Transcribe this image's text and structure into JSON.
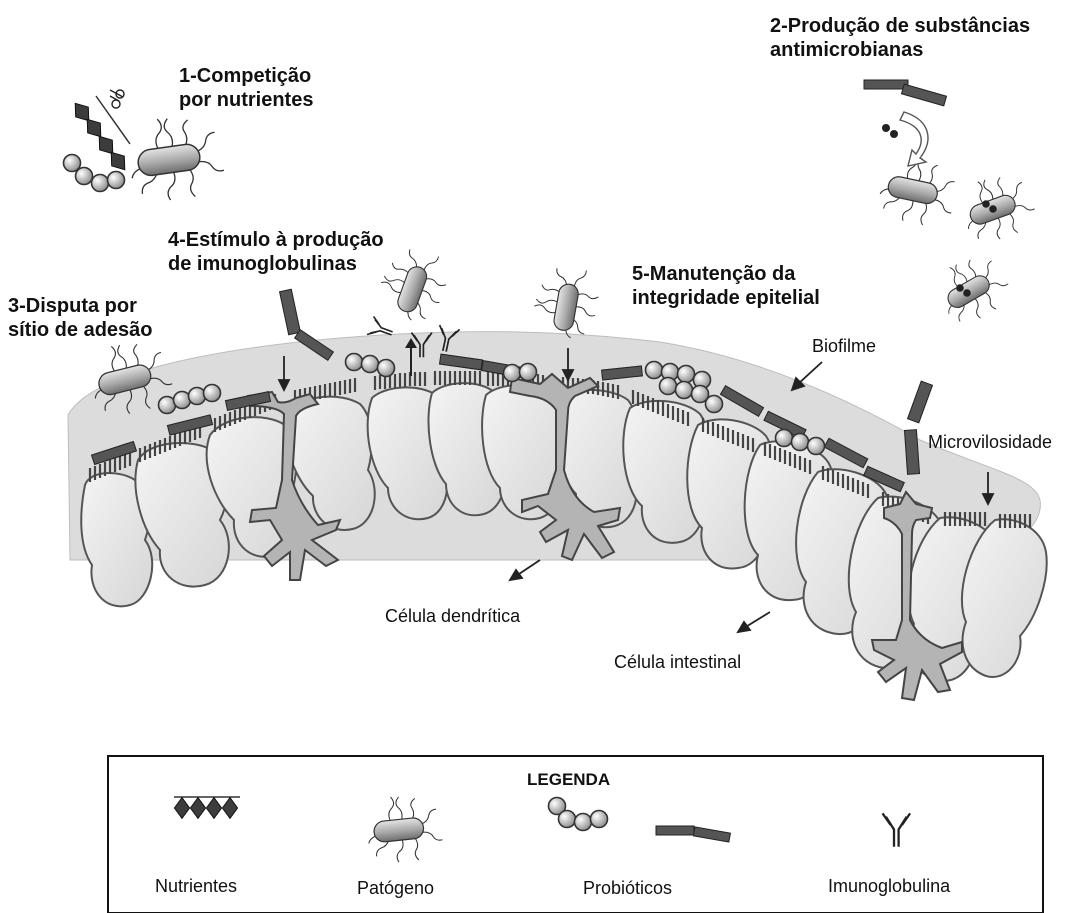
{
  "mechanisms": {
    "m1": {
      "line1": "1-Competição",
      "line2": "por nutrientes"
    },
    "m2": {
      "line1": "2-Produção de substâncias",
      "line2": "antimicrobianas"
    },
    "m3": {
      "line1": "3-Disputa por",
      "line2": "sítio de adesão"
    },
    "m4": {
      "line1": "4-Estímulo à produção",
      "line2": "de imunoglobulinas"
    },
    "m5": {
      "line1": "5-Manutenção da",
      "line2": "integridade epitelial"
    }
  },
  "annotations": {
    "biofilm": "Biofilme",
    "microvilli": "Microvilosidade",
    "dendritic_cell": "Célula dendrítica",
    "intestinal_cell": "Célula intestinal"
  },
  "legend": {
    "title": "LEGENDA",
    "nutrients": "Nutrientes",
    "pathogen": "Patógeno",
    "probiotics": "Probióticos",
    "immunoglobulin": "Imunoglobulina"
  },
  "colors": {
    "biofilm": "#dcdcdc",
    "cell_fill": "#ececec",
    "cell_stroke": "#555555",
    "dendritic_fill": "#b4b4b4",
    "rod_probiotic": "#555555",
    "microvilli": "#444444",
    "pathogen_body": "#a9a9a9"
  },
  "icons": {
    "nutrients": "diamond-chain-icon",
    "pathogen": "flagellated-bacterium-icon",
    "probiotics": "cocci-chain-and-rods-icon",
    "immunoglobulin": "y-antibody-icon",
    "scissors": "scissors-icon"
  }
}
